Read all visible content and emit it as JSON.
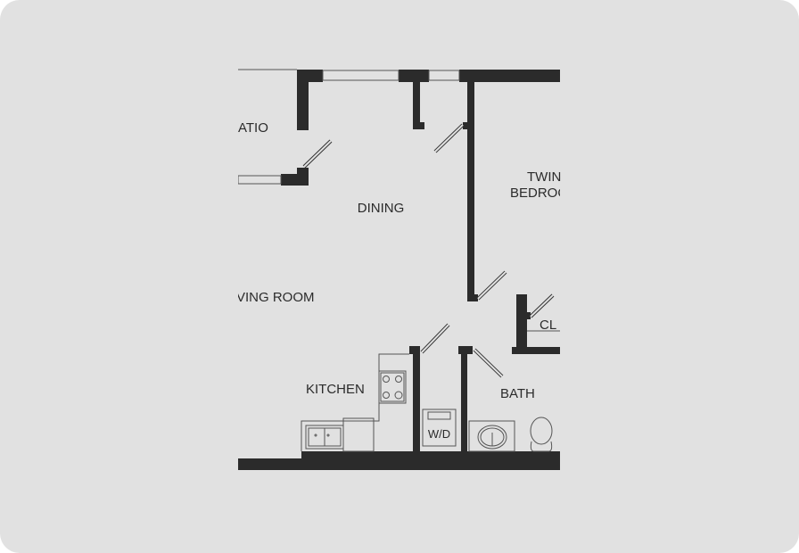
{
  "floor_plan": {
    "rooms": {
      "patio": "ATIO",
      "dining": "DINING",
      "twin_bedroom_line1": "TWIN",
      "twin_bedroom_line2": "BEDROO",
      "living_room": "VING ROOM",
      "kitchen": "KITCHEN",
      "bath": "BATH",
      "closet": "CL"
    },
    "fixtures": {
      "washer_dryer": "W/D"
    },
    "colors": {
      "wall": "#2b2b2b",
      "background": "#e1e1e1"
    }
  }
}
